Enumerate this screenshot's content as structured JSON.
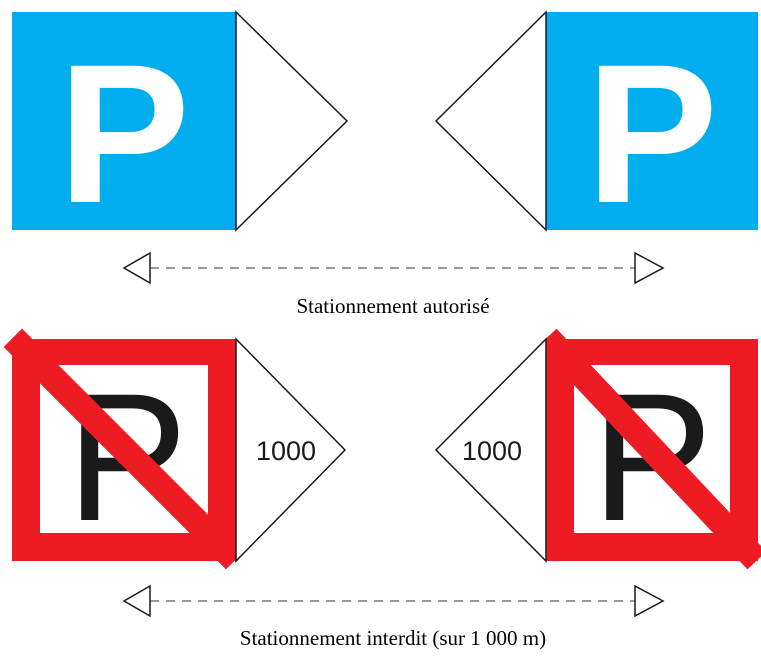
{
  "colors": {
    "blue_sign": "#00aeef",
    "red_sign": "#ed1c24",
    "outline": "#1a1a1a",
    "dash": "#777777"
  },
  "signs": {
    "authorized": {
      "letter": "P",
      "caption": "Stationnement autorisé"
    },
    "forbidden": {
      "letter": "P",
      "distance_left": "1000",
      "distance_right": "1000",
      "caption": "Stationnement interdit (sur 1 000 m)"
    }
  }
}
